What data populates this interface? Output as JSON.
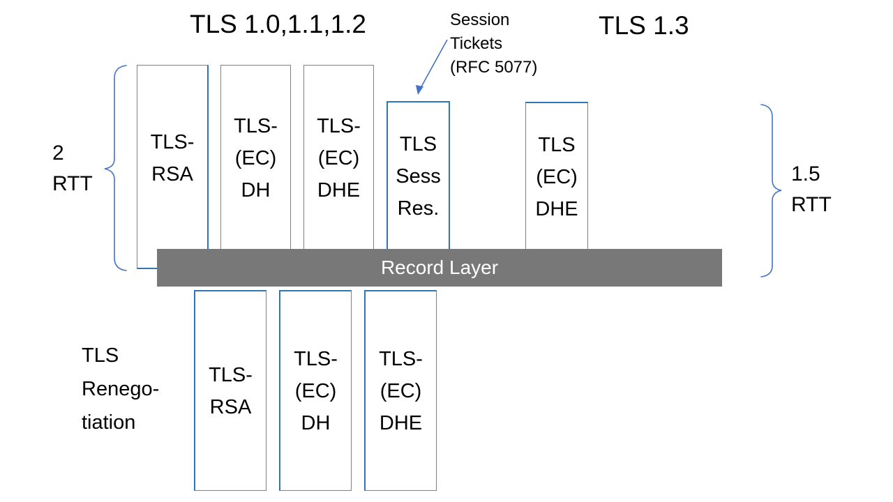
{
  "titles": {
    "legacy": "TLS 1.0,1.1,1.2",
    "tls13": "TLS 1.3"
  },
  "annotation": {
    "line1": "Session",
    "line2": "Tickets",
    "line3": "(RFC 5077)"
  },
  "labels": {
    "left_rtt": {
      "line1": "2",
      "line2": "RTT"
    },
    "right_rtt": {
      "line1": "1.5",
      "line2": "RTT"
    },
    "renegotiation": {
      "line1": "TLS",
      "line2": "Renego-",
      "line3": "tiation"
    }
  },
  "record_layer": {
    "label": "Record Layer"
  },
  "top_boxes": [
    {
      "id": "tls-rsa",
      "lines": [
        "TLS-",
        "RSA"
      ]
    },
    {
      "id": "tls-ec-dh",
      "lines": [
        "TLS-",
        "(EC)",
        "DH"
      ]
    },
    {
      "id": "tls-ec-dhe",
      "lines": [
        "TLS-",
        "(EC)",
        "DHE"
      ]
    },
    {
      "id": "tls-sess-res",
      "lines": [
        "TLS",
        "Sess",
        "Res."
      ]
    },
    {
      "id": "tls13-ec-dhe",
      "lines": [
        "TLS",
        "(EC)",
        "DHE"
      ]
    }
  ],
  "bottom_boxes": [
    {
      "id": "renego-tls-rsa",
      "lines": [
        "TLS-",
        "RSA"
      ]
    },
    {
      "id": "renego-tls-ec-dh",
      "lines": [
        "TLS-",
        "(EC)",
        "DH"
      ]
    },
    {
      "id": "renego-tls-ec-dhe",
      "lines": [
        "TLS-",
        "(EC)",
        "DHE"
      ]
    }
  ],
  "colors": {
    "line_blue": "#4472C4",
    "box_blue": "#2E75B6",
    "box_gray": "#7F7F7F",
    "bar_gray": "#787878",
    "ink": "#000000",
    "bar_text": "#FFFFFF",
    "bg": "#FFFFFF"
  }
}
